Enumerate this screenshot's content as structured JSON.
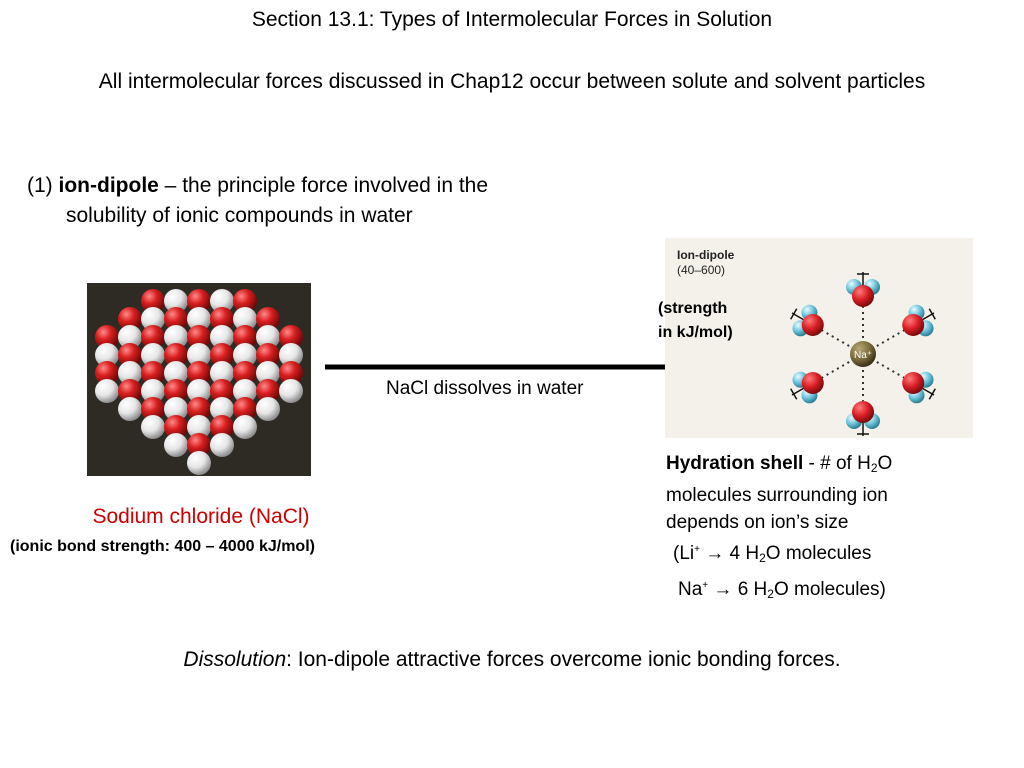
{
  "slide": {
    "title": "Section 13.1: Types of Intermolecular Forces in Solution",
    "intro": "All intermolecular forces discussed in Chap12 occur between solute and solvent particles",
    "point": {
      "number": "(1)",
      "term": "ion-dipole",
      "desc_line1": " – the principle force involved in the",
      "desc_line2": "solubility of ionic compounds in water"
    },
    "arrow_label": "NaCl dissolves in water",
    "nacl": {
      "name": "Sodium chloride (NaCl)",
      "bond_strength": "(ionic bond strength: 400 – 4000 kJ/mol)"
    },
    "diagram": {
      "title": "Ion-dipole",
      "range": "(40–600)",
      "ion_label": "Na⁺",
      "ion_color": "#7a6a3c",
      "oxygen_color": "#d81e25",
      "hydrogen_color": "#6cc4da"
    },
    "strength_note": {
      "line1": "(strength",
      "line2": "in kJ/mol)"
    },
    "hydration": {
      "term": "Hydration shell",
      "l1_text": " - # of H",
      "sub2": "2",
      "o": "O",
      "line2": "molecules surrounding ion",
      "line3": "depends on ion’s size",
      "li_open": "(Li",
      "plus": "+",
      "li_arrow": " → 4 H",
      "li_rest": "O molecules",
      "na": "Na",
      "na_arrow": " → 6 H",
      "na_rest": "O molecules)"
    },
    "dissolution": {
      "term": "Dissolution",
      "rest": ": Ion-dipole attractive forces overcome ionic bonding forces."
    },
    "colors": {
      "nacl_name": "#cc0000",
      "sodium_red": "#d91f1f",
      "chloride_white": "#f2f2f2",
      "crystal_bg": "#2e2b24"
    }
  }
}
